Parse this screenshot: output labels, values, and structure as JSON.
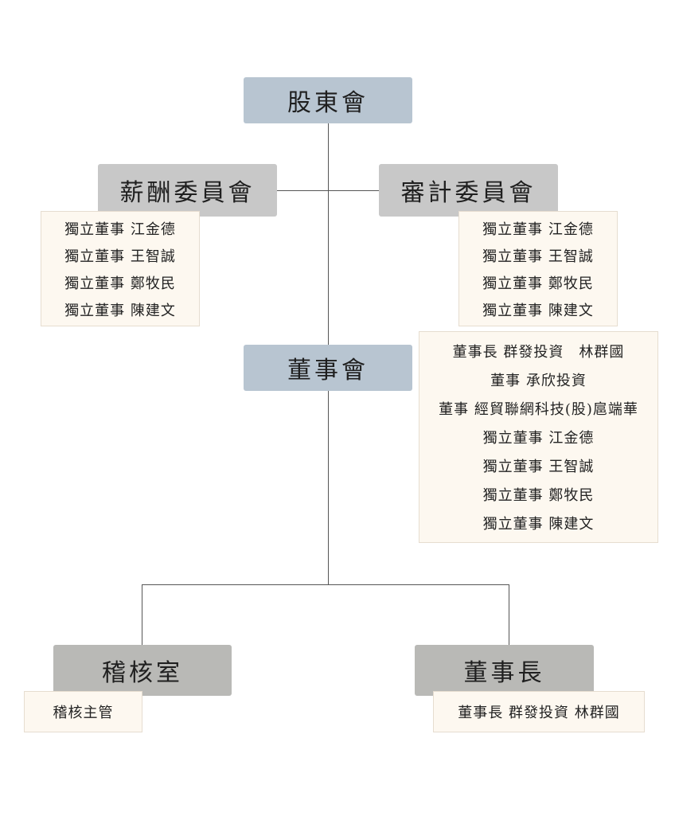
{
  "shareholders": {
    "title": "股東會"
  },
  "remuneration_committee": {
    "title": "薪酬委員會",
    "members": [
      "獨立董事 江金德",
      "獨立董事 王智誠",
      "獨立董事 鄭牧民",
      "獨立董事 陳建文"
    ]
  },
  "audit_committee": {
    "title": "審計委員會",
    "members": [
      "獨立董事 江金德",
      "獨立董事 王智誠",
      "獨立董事 鄭牧民",
      "獨立董事 陳建文"
    ]
  },
  "board": {
    "title": "董事會",
    "members": [
      "董事長 群發投資　林群國",
      "董事 承欣投資",
      "董事 經貿聯網科技(股)扈端華",
      "獨立董事 江金德",
      "獨立董事 王智誠",
      "獨立董事 鄭牧民",
      "獨立董事 陳建文"
    ]
  },
  "audit_office": {
    "title": "稽核室",
    "members": [
      "稽核主管"
    ]
  },
  "chairman": {
    "title": "董事長",
    "members": [
      "董事長 群發投資 林群國"
    ]
  },
  "colors": {
    "blue_box": "#b8c5d1",
    "gray_box": "#c8c8c8",
    "dark_gray_box": "#b9b9b6",
    "list_background": "#fdf8f0",
    "connector": "#555555"
  }
}
